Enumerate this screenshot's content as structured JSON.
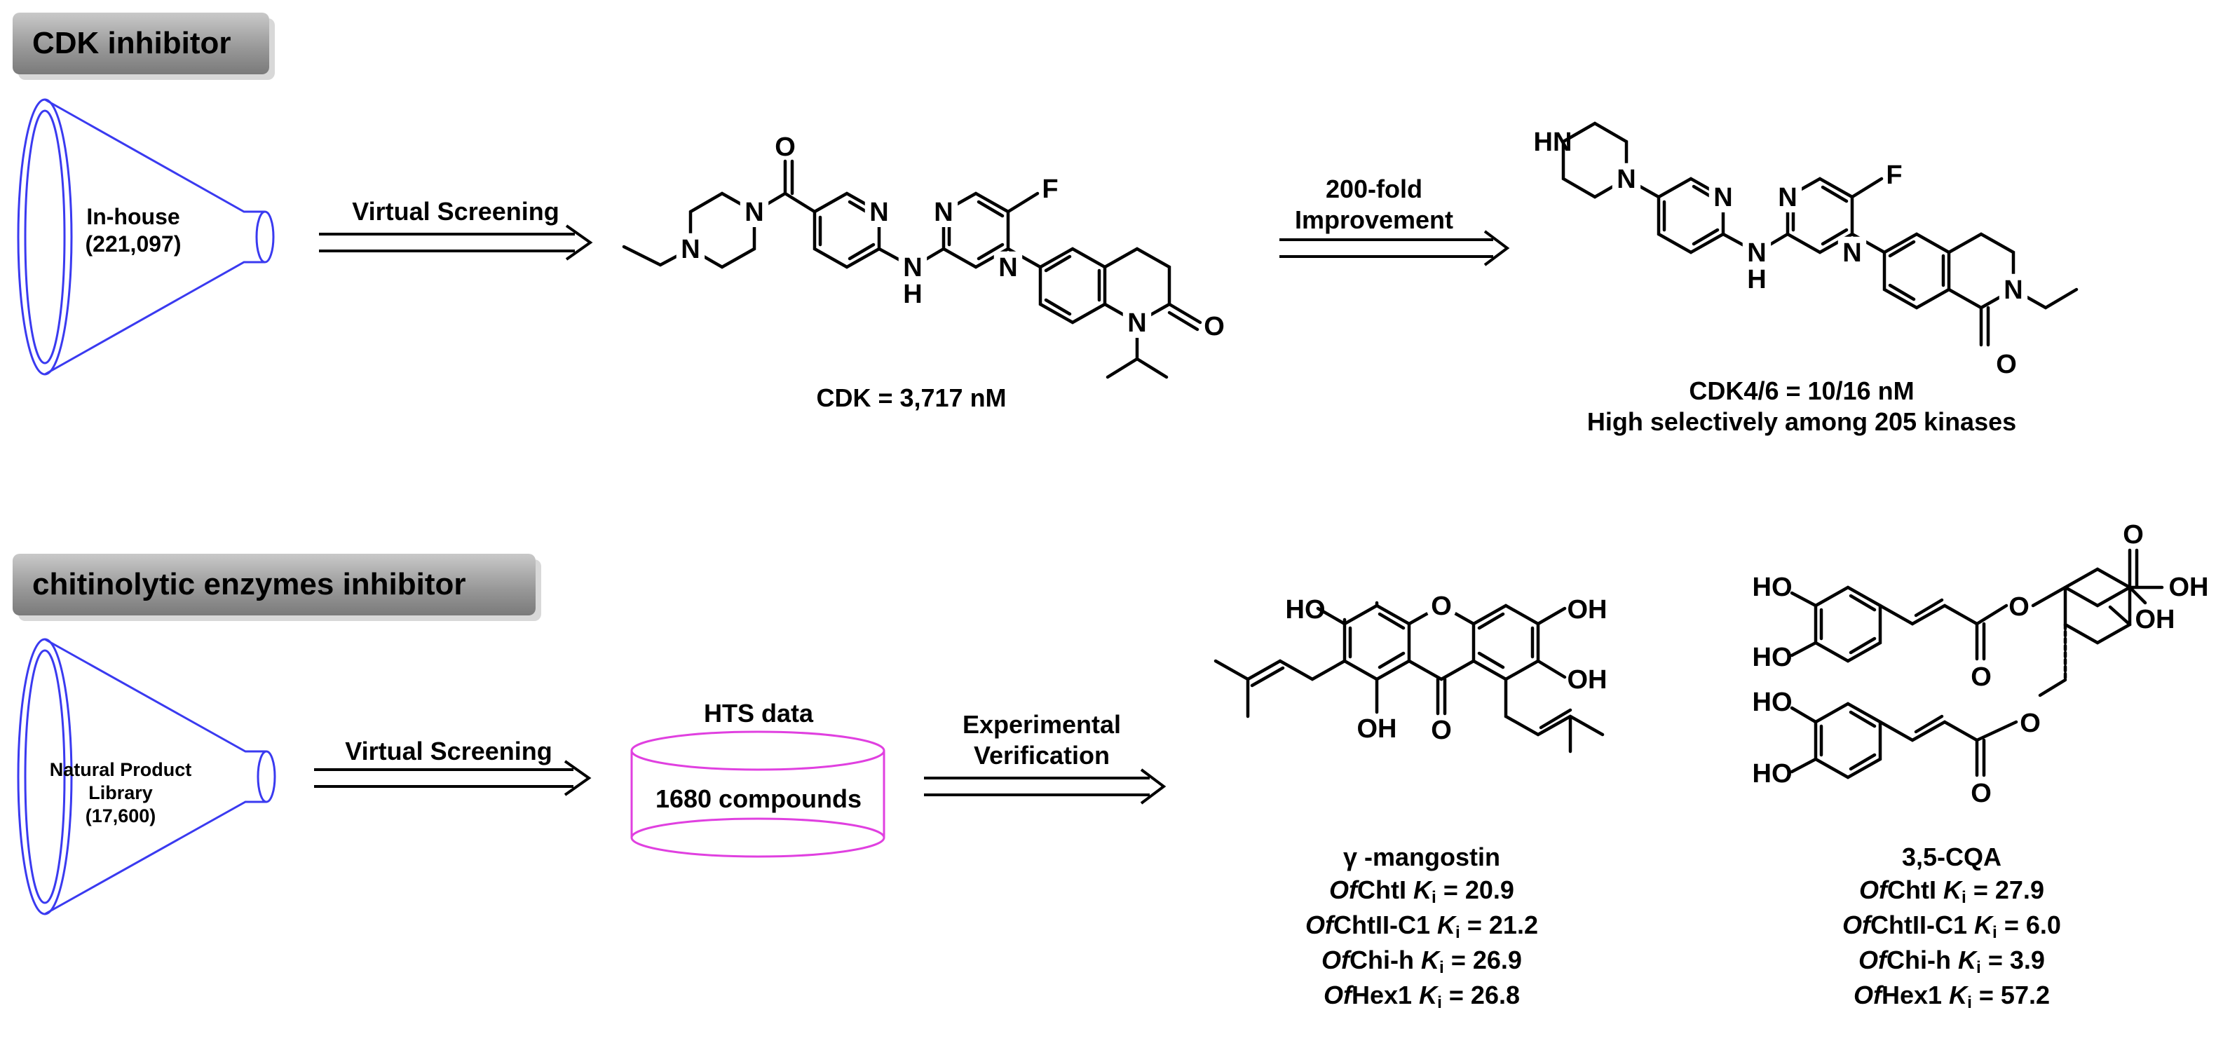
{
  "sections": {
    "cdk": {
      "title": "CDK inhibitor",
      "funnel_line1": "In-house",
      "funnel_line2": "(221,097)",
      "step1_label": "Virtual Screening",
      "step2_line1": "200-fold",
      "step2_line2": "Improvement",
      "hit_label": "CDK = 3,717 nM",
      "lead_line1": "CDK4/6 = 10/16 nM",
      "lead_line2": "High selectively among 205 kinases"
    },
    "chitin": {
      "title": "chitinolytic enzymes inhibitor",
      "funnel_line1": "Natural Product",
      "funnel_line2": "Library",
      "funnel_line3": "(17,600)",
      "step1_label": "Virtual Screening",
      "hts_title": "HTS data",
      "hts_count": "1680 compounds",
      "step2_line1": "Experimental",
      "step2_line2": "Verification"
    }
  },
  "compounds": {
    "mangostin": {
      "name": "γ -mangostin",
      "ki": [
        {
          "prefix": "Of",
          "enzyme": "ChtI",
          "k": "K",
          "sub": "i",
          "value": "= 20.9"
        },
        {
          "prefix": "Of",
          "enzyme": "ChtII-C1",
          "k": "K",
          "sub": "i",
          "value": "= 21.2"
        },
        {
          "prefix": "Of",
          "enzyme": "Chi-h",
          "k": "K",
          "sub": "i",
          "value": "= 26.9"
        },
        {
          "prefix": "Of",
          "enzyme": "Hex1",
          "k": "K",
          "sub": "i",
          "value": "= 26.8"
        }
      ]
    },
    "cqa": {
      "name": "3,5-CQA",
      "ki": [
        {
          "prefix": "Of",
          "enzyme": "ChtI",
          "k": "K",
          "sub": "i",
          "value": "= 27.9"
        },
        {
          "prefix": "Of",
          "enzyme": "ChtII-C1",
          "k": "K",
          "sub": "i",
          "value": "= 6.0"
        },
        {
          "prefix": "Of",
          "enzyme": "Chi-h",
          "k": "K",
          "sub": "i",
          "value": "= 3.9"
        },
        {
          "prefix": "Of",
          "enzyme": "Hex1",
          "k": "K",
          "sub": "i",
          "value": "= 57.2"
        }
      ]
    }
  },
  "atoms": {
    "O": "O",
    "N": "N",
    "F": "F",
    "H": "H",
    "HN": "HN",
    "OH": "OH",
    "HO": "HO"
  },
  "colors": {
    "funnel": "#3a3af0",
    "hts_cylinder": "#e040e0"
  }
}
